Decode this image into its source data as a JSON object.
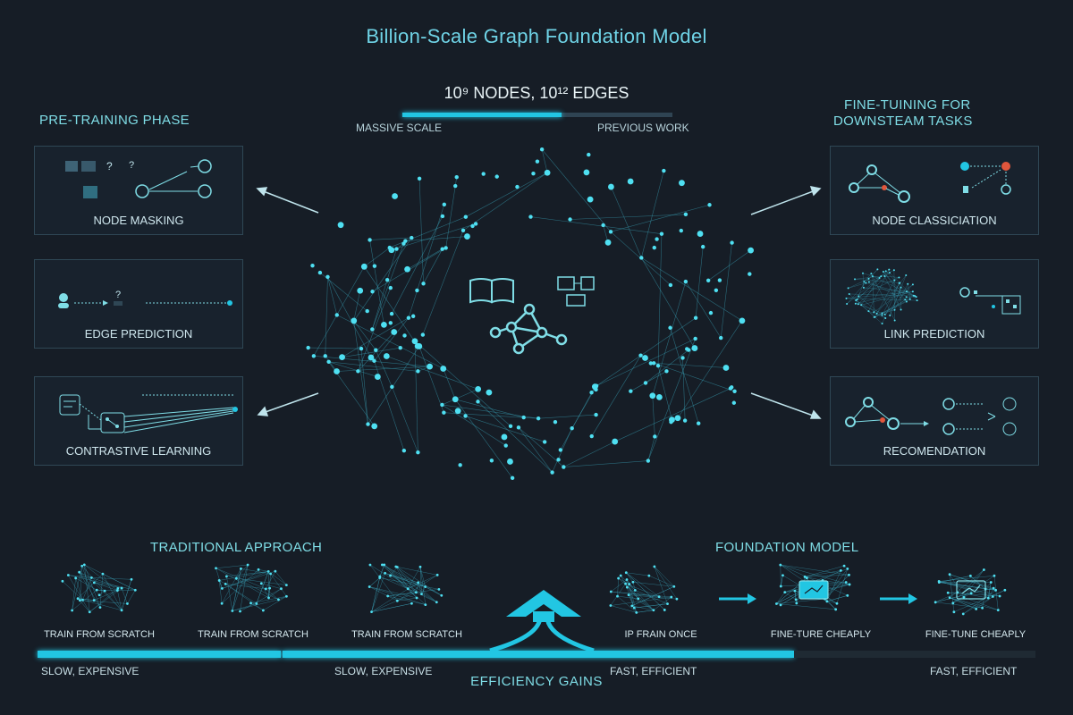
{
  "title": "Billion-Scale Graph Foundation Model",
  "scale": {
    "headline": "10⁹ NODES, 10¹² EDGES",
    "left_label": "MASSIVE SCALE",
    "right_label": "PREVIOUS WORK",
    "fill_fraction": 0.59
  },
  "pretraining": {
    "heading": "PRE-TRAINING PHASE",
    "boxes": [
      {
        "label": "NODE MASKING"
      },
      {
        "label": "EDGE PREDICTION"
      },
      {
        "label": "CONTRASTIVE LEARNING"
      }
    ]
  },
  "finetuning": {
    "heading_line1": "FINE-TUINING FOR",
    "heading_line2": "DOWNSTEAM TASKS",
    "boxes": [
      {
        "label": "NODE CLASSICIATION"
      },
      {
        "label": "LINK PREDICTION"
      },
      {
        "label": "RECOMENDATION"
      }
    ]
  },
  "traditional": {
    "heading": "TRADITIONAL APPROACH",
    "items": [
      "TRAIN FROM SCRATCH",
      "TRAIN FROM SCRATCH",
      "TRAIN FROM SCRATCH"
    ],
    "perf": [
      "SLOW, EXPENSIVE",
      "SLOW, EXPENSIVE"
    ]
  },
  "foundation": {
    "heading": "FOUNDATION MODEL",
    "items": [
      "IP FRAIN ONCE",
      "FINE-TURE CHEAPLY",
      "FINE-TUNE CHEAPLY"
    ],
    "perf": [
      "FAST, EFFICIENT",
      "FAST, EFFICIENT"
    ]
  },
  "efficiency_label": "EFFICIENCY GAINS",
  "colors": {
    "accent": "#22c6e3",
    "background": "#161d26",
    "highlight": "#e0563c"
  },
  "icons": [
    "book-icon",
    "graph-icon",
    "document-icon",
    "user-icon",
    "arrow-icon"
  ]
}
